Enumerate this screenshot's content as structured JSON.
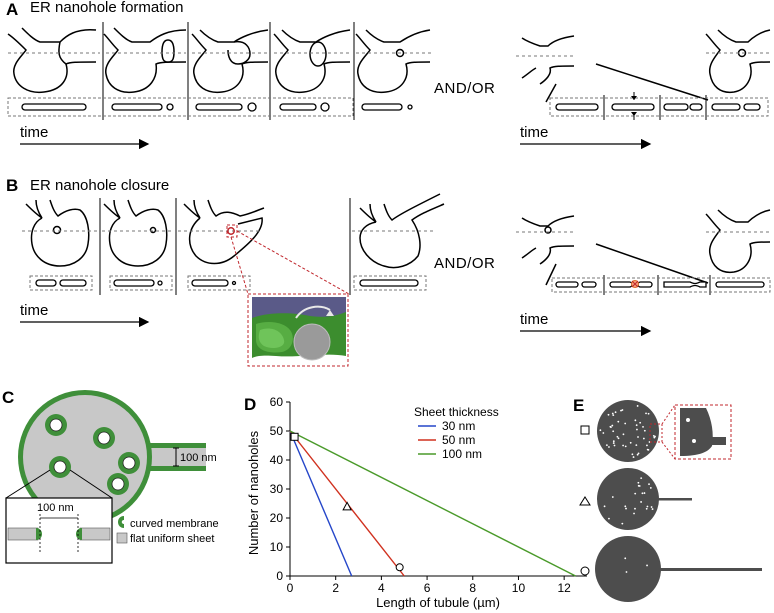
{
  "panel_a": {
    "letter": "A",
    "title": "ER nanohole formation",
    "connector": "AND/OR",
    "time_label_left": "time",
    "time_label_right": "time"
  },
  "panel_b": {
    "letter": "B",
    "title": "ER nanohole closure",
    "connector": "AND/OR",
    "time_label_left": "time",
    "time_label_right": "time"
  },
  "panel_c": {
    "letter": "C",
    "tubule_width_label": "100 nm",
    "hole_width_label": "100 nm",
    "legend": [
      {
        "label": "curved membrane",
        "color": "#3f8f3a"
      },
      {
        "label": "flat uniform sheet",
        "color": "#c8c8c8"
      }
    ]
  },
  "panel_d": {
    "letter": "D",
    "legend_title": "Sheet thickness"
  },
  "panel_e": {
    "letter": "E",
    "markers": [
      "square",
      "triangle",
      "circle"
    ]
  },
  "colors": {
    "membrane_green": "#3f8f3a",
    "sheet_grey": "#c8c8c8",
    "red_dashed": "#c0272d",
    "dark_grey": "#4a4a4a",
    "series_30": "#2546c9",
    "series_50": "#d0311f",
    "series_100": "#4a9a2a"
  },
  "chart_data": {
    "type": "line",
    "xlabel": "Length of tubule (µm)",
    "ylabel": "Number of nanoholes",
    "xlim": [
      0,
      13
    ],
    "ylim": [
      0,
      60
    ],
    "xticks": [
      0,
      2,
      4,
      6,
      8,
      10,
      12
    ],
    "yticks": [
      0,
      10,
      20,
      30,
      40,
      50,
      60
    ],
    "grid": false,
    "legend_title": "Sheet thickness",
    "legend_position": "top-right",
    "series": [
      {
        "name": "30 nm",
        "color": "#2546c9",
        "points": [
          [
            0,
            50
          ],
          [
            2.7,
            0
          ]
        ]
      },
      {
        "name": "50 nm",
        "color": "#d0311f",
        "points": [
          [
            0,
            50
          ],
          [
            5.0,
            0
          ]
        ]
      },
      {
        "name": "100 nm",
        "color": "#4a9a2a",
        "points": [
          [
            0,
            50
          ],
          [
            12.5,
            0
          ]
        ]
      }
    ],
    "markers": [
      {
        "shape": "square",
        "x": 0.2,
        "y": 48
      },
      {
        "shape": "triangle",
        "x": 2.5,
        "y": 24
      },
      {
        "shape": "circle",
        "x": 4.8,
        "y": 3
      }
    ]
  }
}
